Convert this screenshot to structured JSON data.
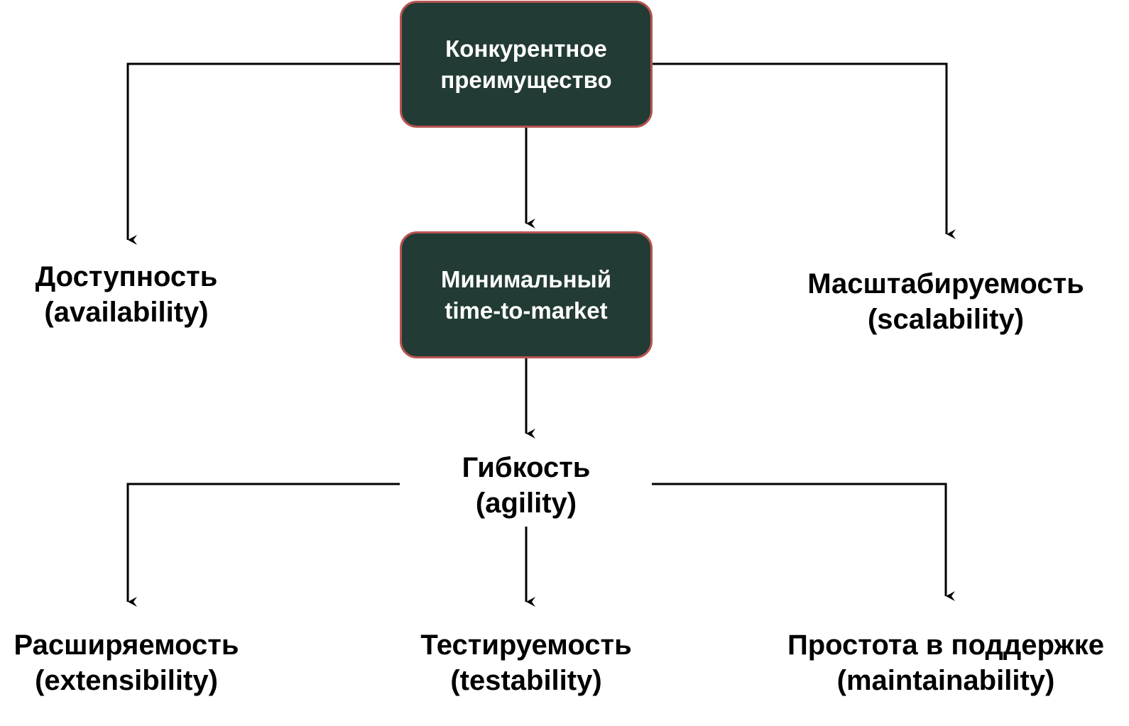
{
  "colors": {
    "box_fill": "#223b34",
    "box_border": "#b85450",
    "box_text": "#ffffff",
    "text": "#000000",
    "connector": "#000000"
  },
  "nodes": {
    "competitive_advantage": {
      "line1": "Конкурентное",
      "line2": "преимущество"
    },
    "time_to_market": {
      "line1": "Минимальный",
      "line2": "time-to-market"
    },
    "availability": {
      "line1": "Доступность",
      "line2": "(availability)"
    },
    "scalability": {
      "line1": "Масштабируемость",
      "line2": "(scalability)"
    },
    "agility": {
      "line1": "Гибкость",
      "line2": "(agility)"
    },
    "extensibility": {
      "line1": "Расширяемость",
      "line2": "(extensibility)"
    },
    "testability": {
      "line1": "Тестируемость",
      "line2": "(testability)"
    },
    "maintainability": {
      "line1": "Простота в поддержке",
      "line2": "(maintainability)"
    }
  }
}
